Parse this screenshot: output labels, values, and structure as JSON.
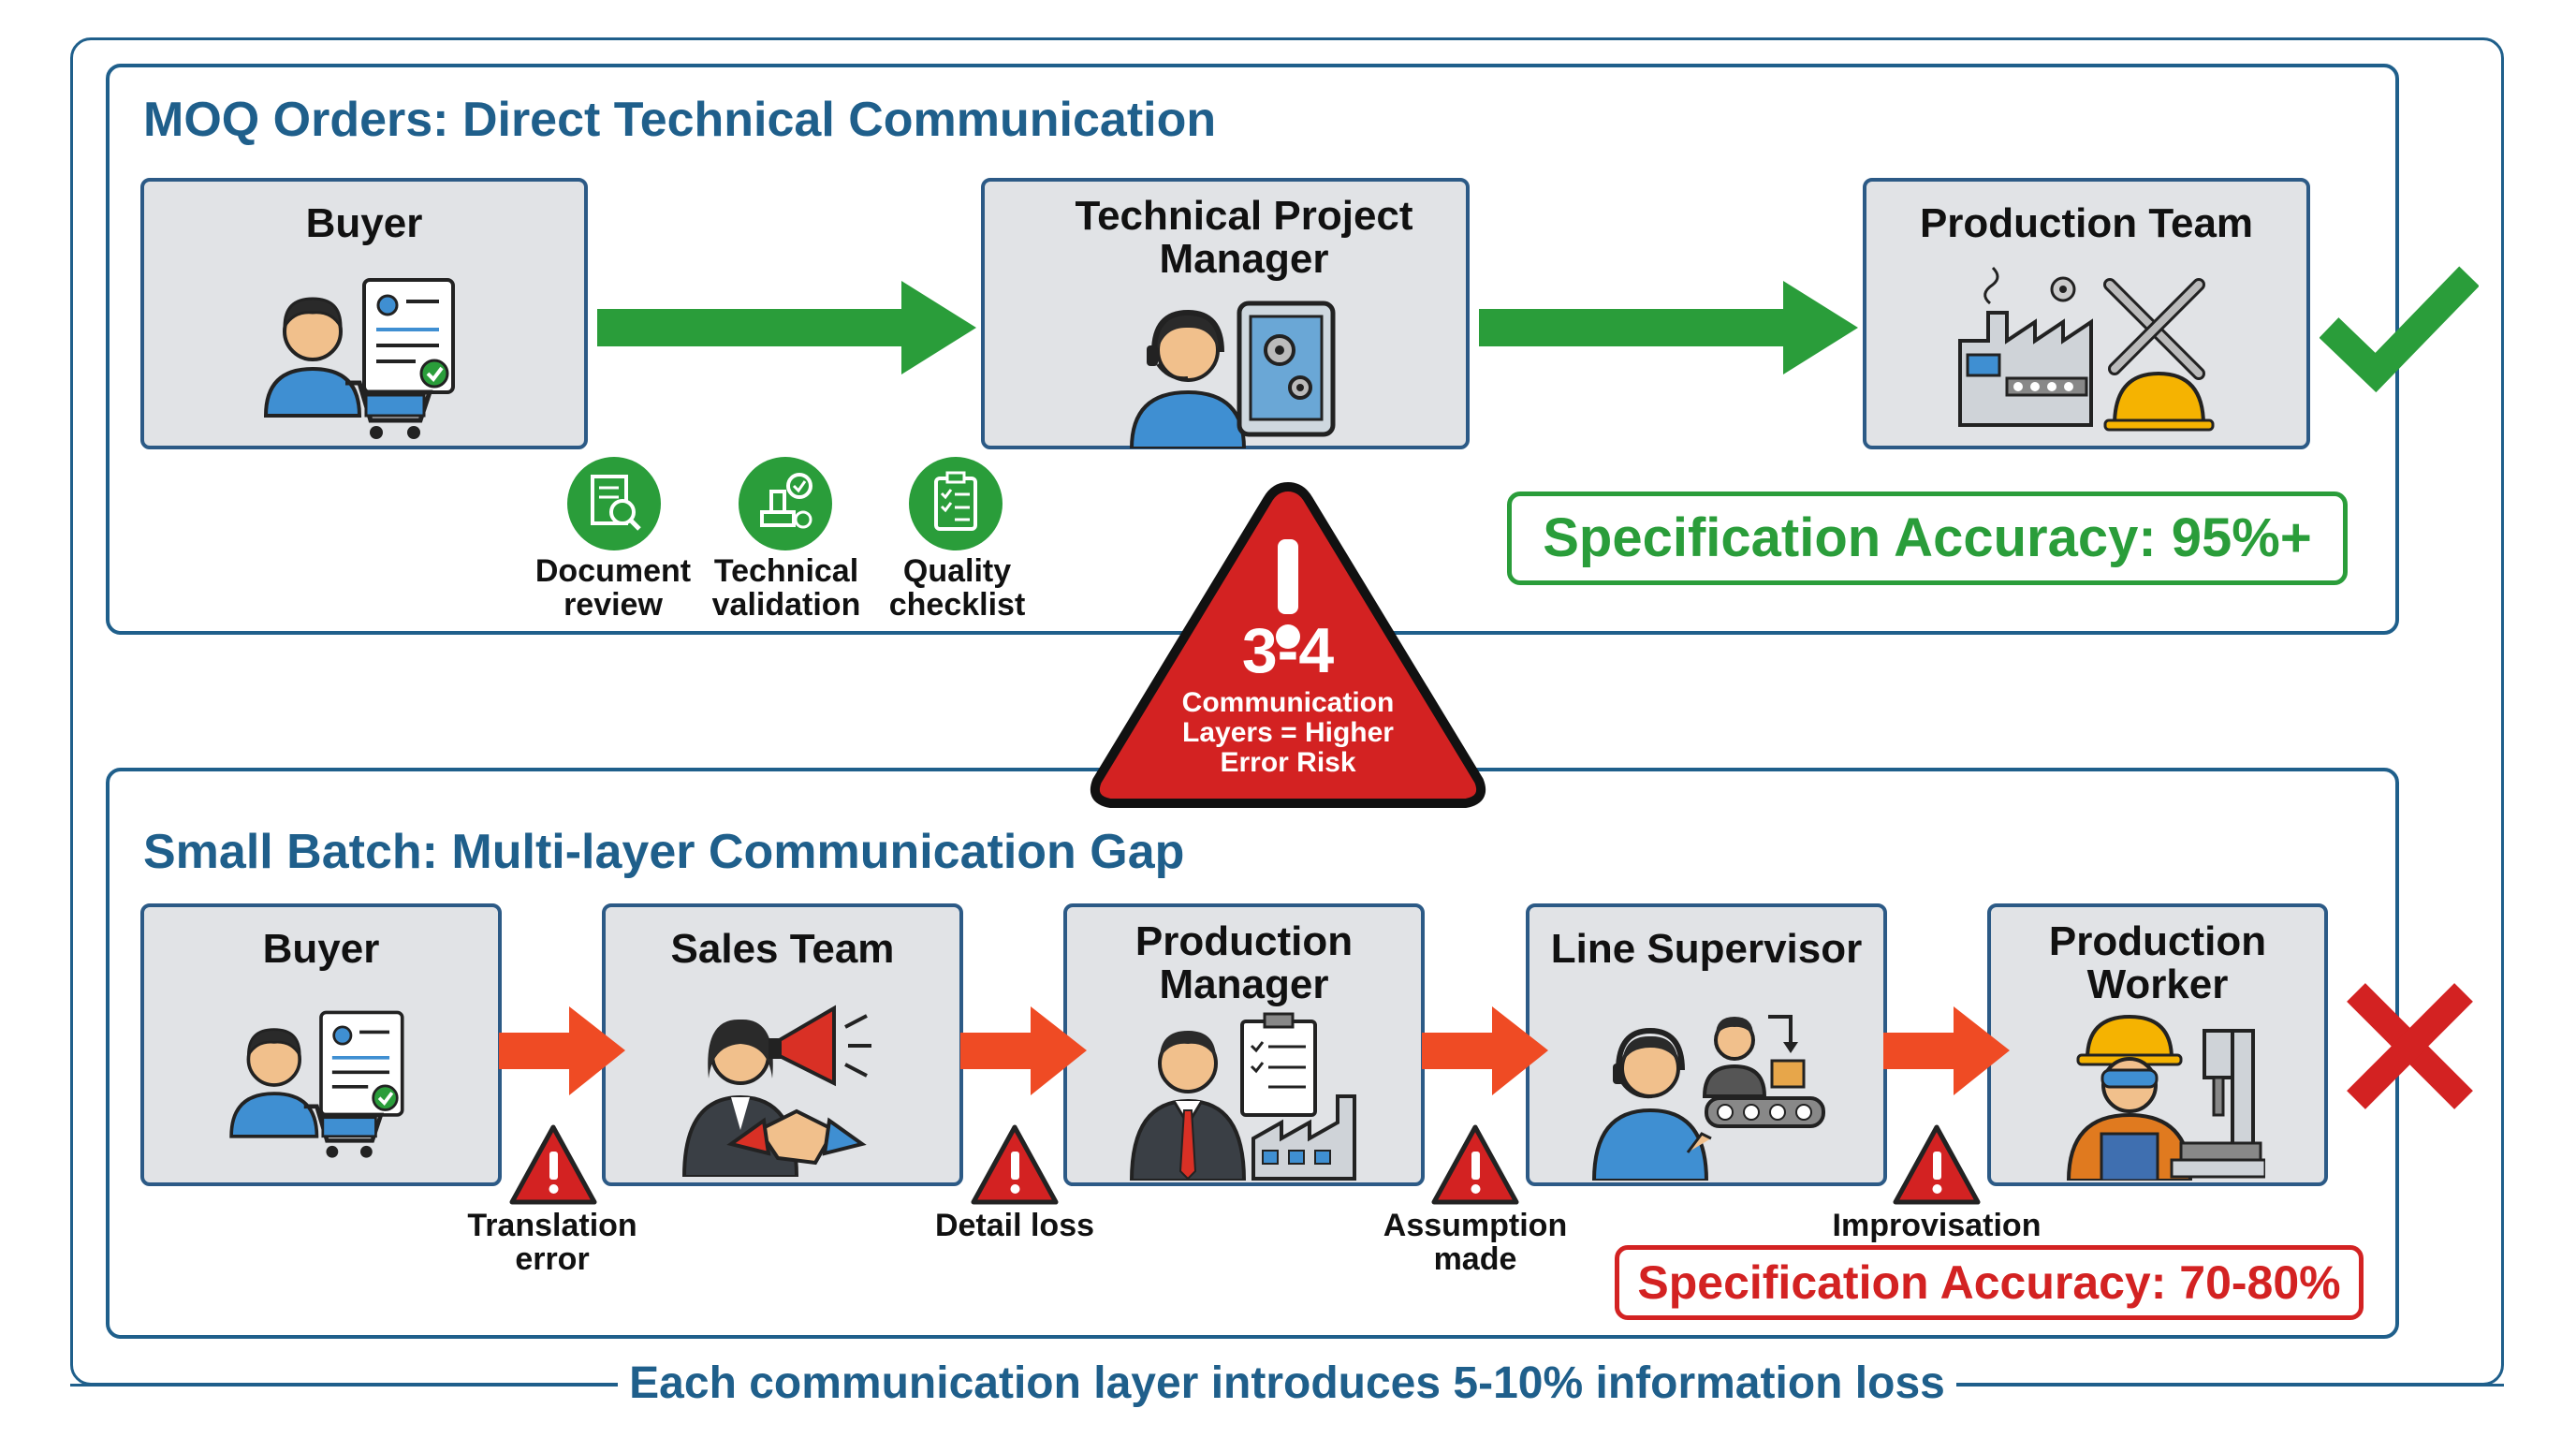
{
  "top": {
    "title": "MOQ Orders: Direct Technical Communication",
    "nodes": [
      {
        "label": "Buyer"
      },
      {
        "label": "Technical Project Manager"
      },
      {
        "label": "Production Team"
      }
    ],
    "checks": [
      {
        "label": "Document review"
      },
      {
        "label": "Technical validation"
      },
      {
        "label": "Quality checklist"
      }
    ],
    "accuracy": "Specification Accuracy: 95%+"
  },
  "warning": {
    "number": "3-4",
    "text": "Communication Layers = Higher Error Risk"
  },
  "bottom": {
    "title": "Small Batch: Multi-layer Communication Gap",
    "nodes": [
      {
        "label": "Buyer"
      },
      {
        "label": "Sales Team"
      },
      {
        "label": "Production Manager"
      },
      {
        "label": "Line Supervisor"
      },
      {
        "label": "Production Worker"
      }
    ],
    "risks": [
      {
        "label": "Translation error"
      },
      {
        "label": "Detail loss"
      },
      {
        "label": "Assumption made"
      },
      {
        "label": "Improvisation"
      }
    ],
    "accuracy": "Specification Accuracy: 70-80%"
  },
  "footer": "Each communication layer introduces 5-10% information loss",
  "colors": {
    "frame": "#1f5f8b",
    "node_bg": "#e1e3e6",
    "green": "#2a9d3a",
    "red": "#d32222",
    "orange": "#ef4b24"
  }
}
